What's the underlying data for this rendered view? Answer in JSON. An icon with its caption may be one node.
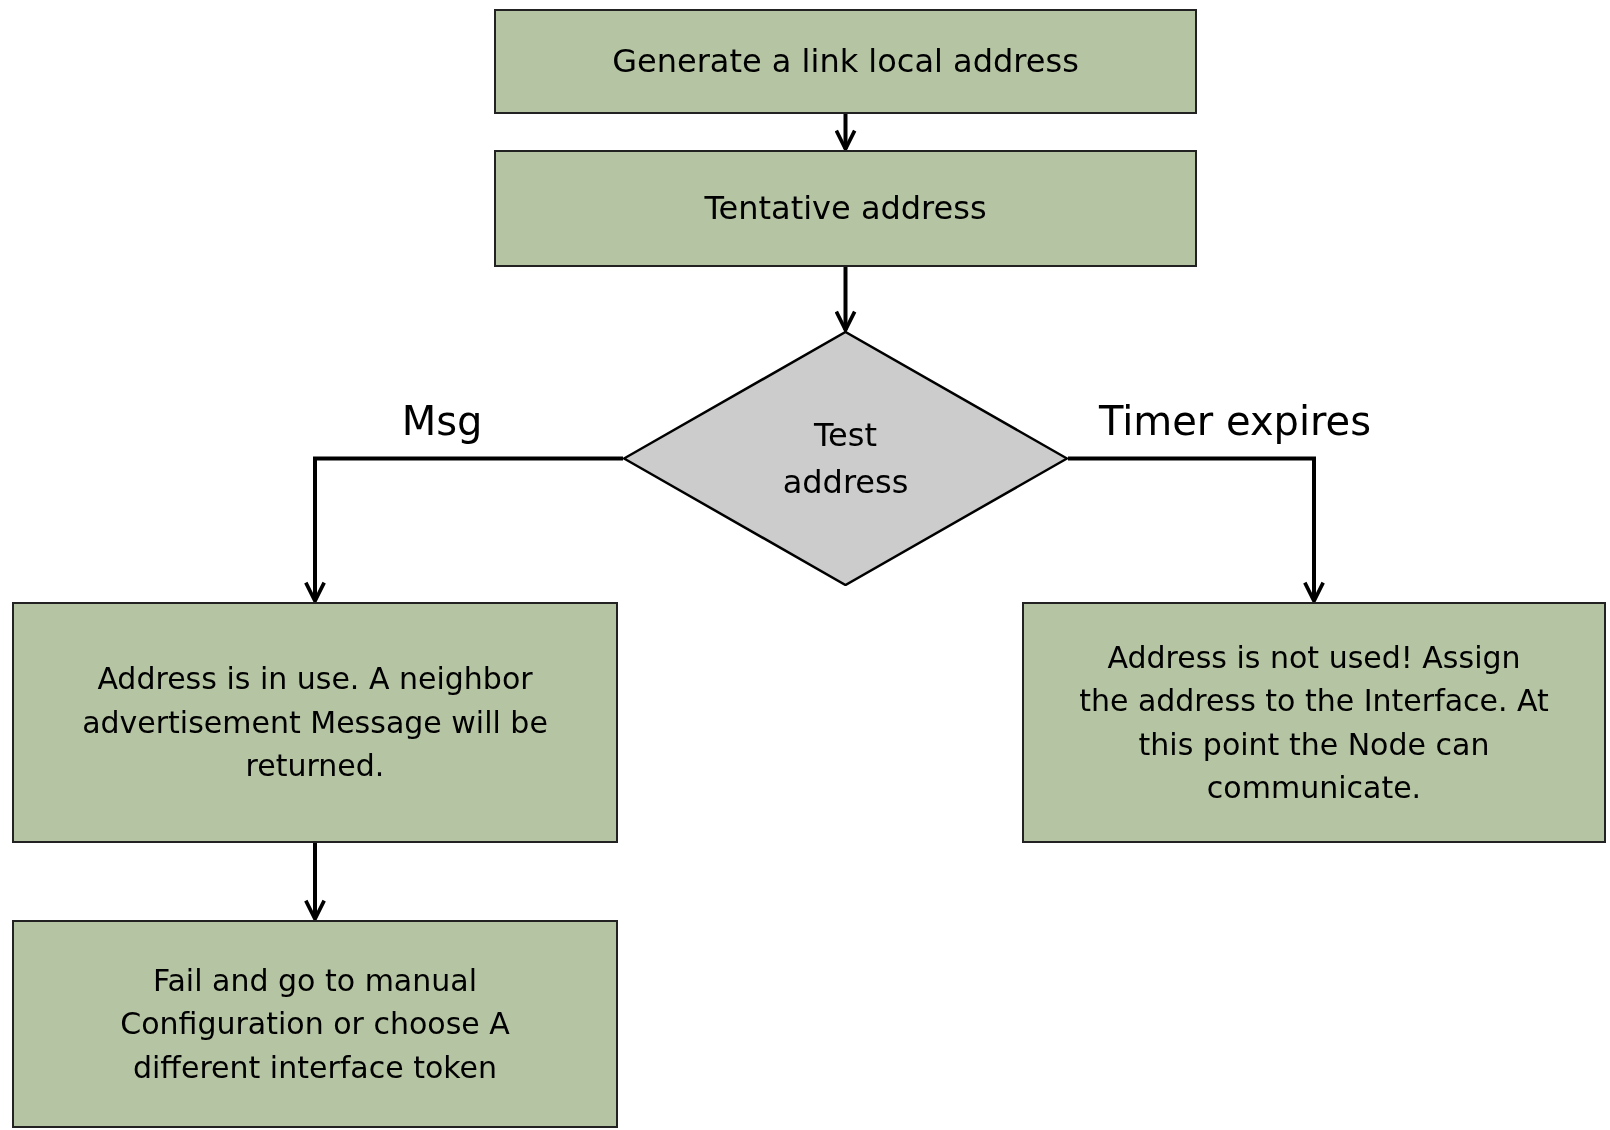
{
  "diagram": {
    "nodes": [
      {
        "text": [
          "Generate a link local address"
        ]
      },
      {
        "text": [
          "Tentative address"
        ]
      },
      {
        "text": [
          "Test address"
        ]
      },
      {
        "text": [
          "Address is in use. A neighbor advertisement Message will be returned."
        ]
      },
      {
        "text": [
          "Address is not used! Assign the address to the Interface. At this point the Node can communicate."
        ]
      },
      {
        "text": [
          "Fail and go to manual Configuration or choose A different interface token"
        ]
      }
    ],
    "edges": [
      {
        "from": 0,
        "to": 1,
        "arrow": "to"
      },
      {
        "from": 1,
        "to": 2,
        "arrow": "to"
      },
      {
        "from": 2,
        "to": 3,
        "arrow": "to",
        "label": "Msg"
      },
      {
        "from": 2,
        "to": 4,
        "arrow": "to",
        "label": "Timer expires"
      },
      {
        "from": 3,
        "to": 5,
        "arrow": "to"
      }
    ]
  }
}
